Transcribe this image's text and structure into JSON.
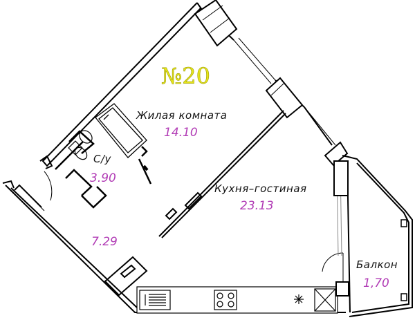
{
  "plan": {
    "unit_number": "№20",
    "accent_color": "#e7e61a",
    "area_color": "#b13bb5",
    "rooms": [
      {
        "id": "living",
        "name": "Жилая комната",
        "area": "14.10"
      },
      {
        "id": "bathroom",
        "name": "С/у",
        "area": "3.90"
      },
      {
        "id": "kitchen",
        "name": "Кухня–гостиная",
        "area": "23.13"
      },
      {
        "id": "hall",
        "name": "",
        "area": "7.29"
      },
      {
        "id": "balcony",
        "name": "Балкон",
        "area": "1,70"
      }
    ],
    "fixtures": [
      "bathtub",
      "toilet",
      "sink",
      "kitchen-sink",
      "stove",
      "fridge",
      "washing-machine"
    ]
  }
}
